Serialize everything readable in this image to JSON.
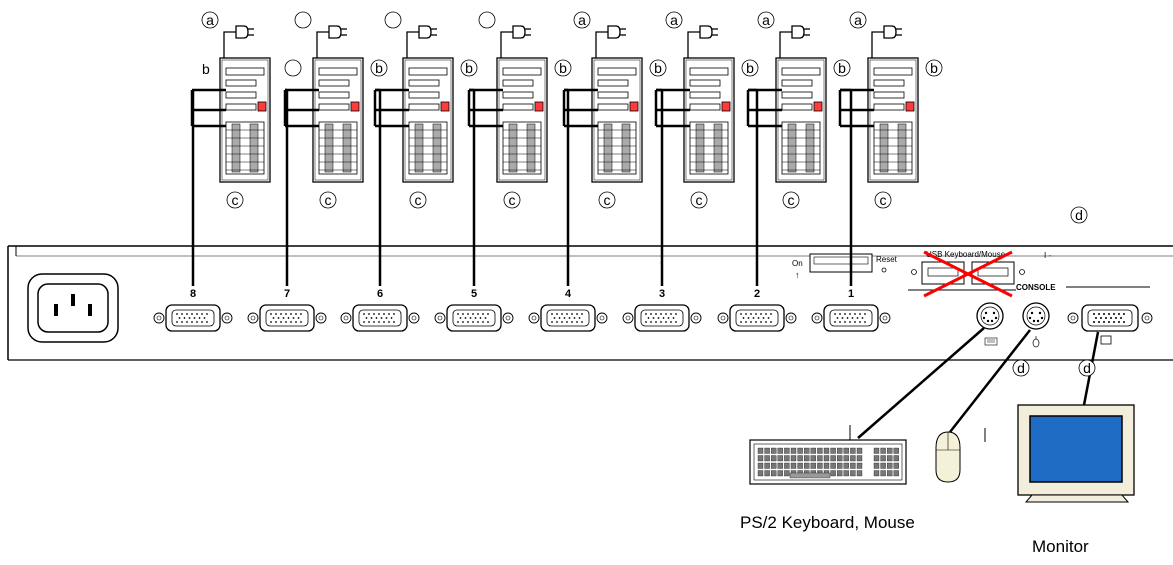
{
  "callouts": {
    "a": "a",
    "b": "b",
    "c": "c",
    "d": "d"
  },
  "ports": [
    "8",
    "7",
    "6",
    "5",
    "4",
    "3",
    "2",
    "1"
  ],
  "panel": {
    "on_label": "On",
    "reset_label": "Reset",
    "usb_label": "USB Keyboard/Mouse",
    "console_label": "CONSOLE"
  },
  "captions": {
    "keyboard_mouse": "PS/2 Keyboard, Mouse",
    "monitor": "Monitor"
  },
  "colors": {
    "line": "#000000",
    "cross": "#ff0000",
    "tower_red": "#ff3b3b",
    "screen": "#1f6cc4",
    "mouse_fill": "#f5f0d8",
    "panel_fill": "#ffffff"
  }
}
